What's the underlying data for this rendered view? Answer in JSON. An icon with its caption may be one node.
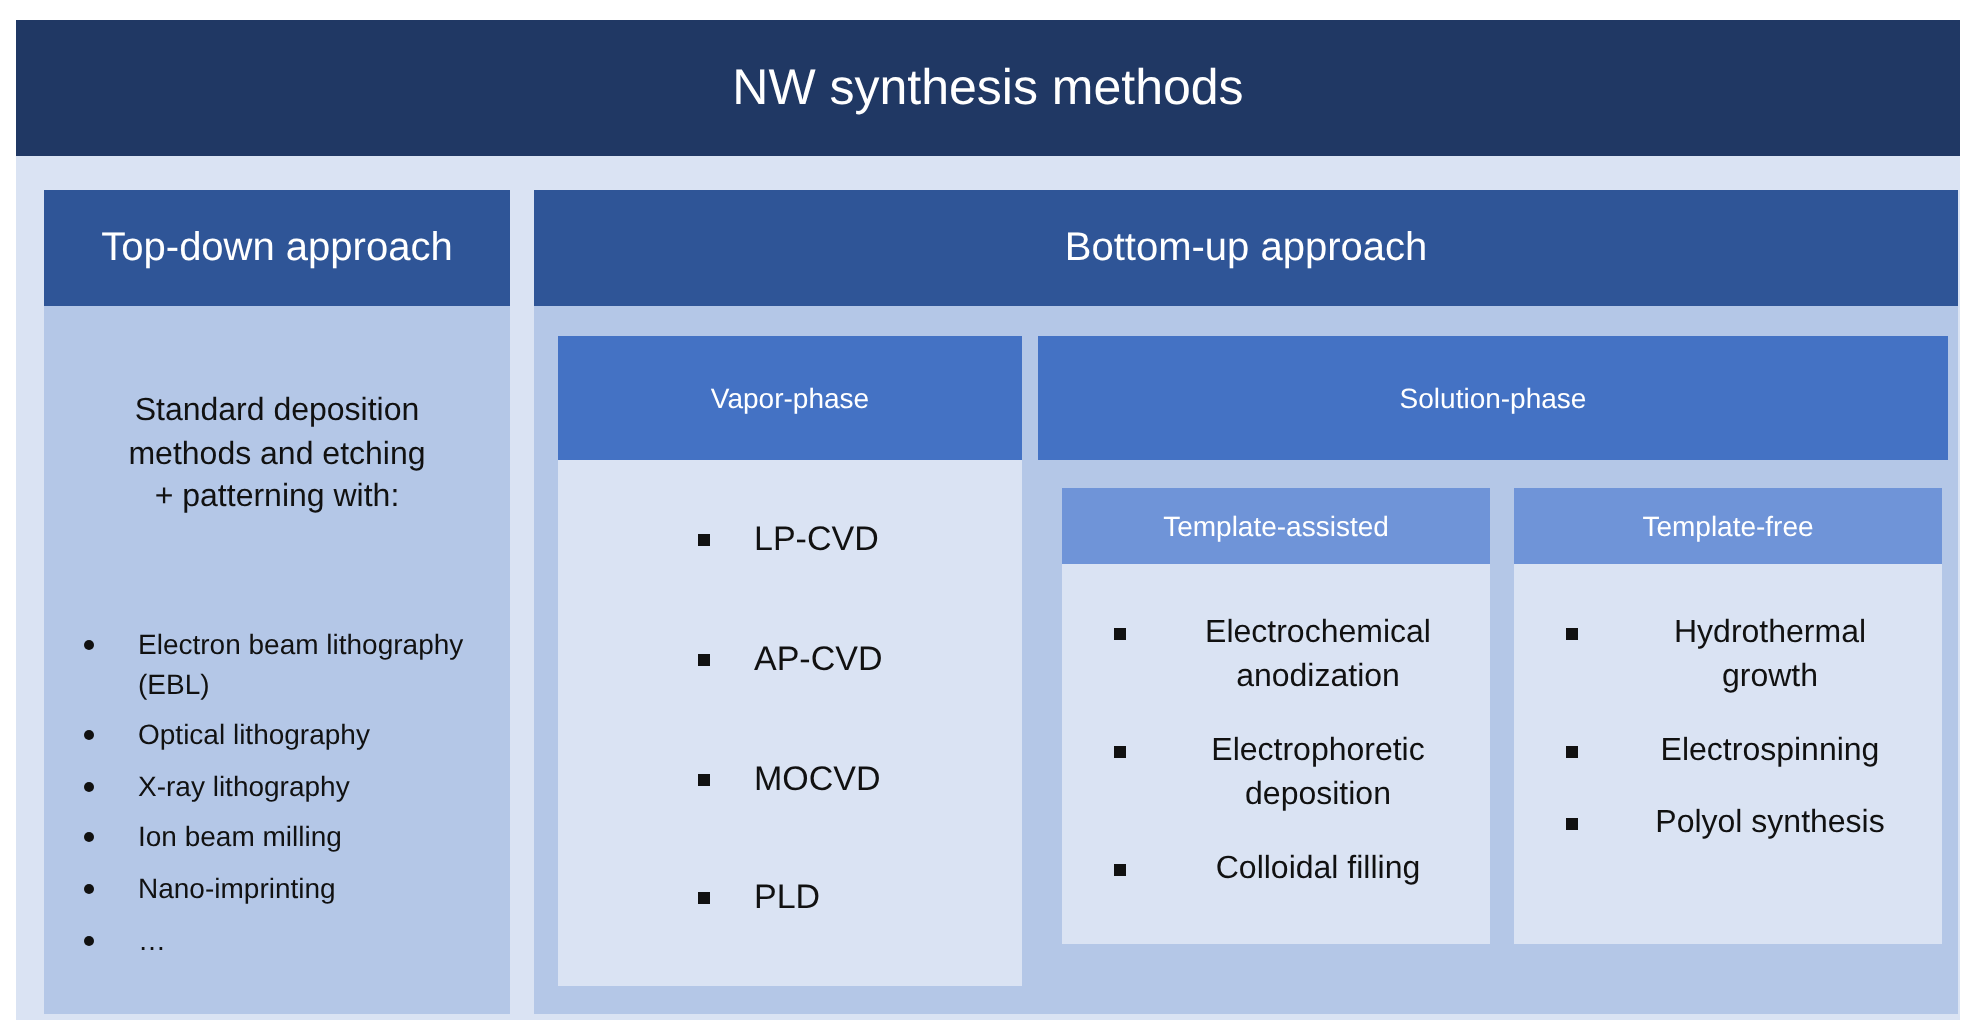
{
  "diagram": {
    "nodes": [
      {
        "text": [
          "NW synthesis methods"
        ]
      },
      {
        "text": [
          "Top-down approach",
          "Standard deposition methods and etching + patterning with:",
          "Electron beam lithography (EBL)",
          "Optical lithography",
          "X-ray lithography",
          "Ion beam milling",
          "Nano-imprinting",
          "…"
        ],
        "in": 0
      },
      {
        "text": [
          "Bottom-up approach"
        ],
        "in": 0
      },
      {
        "text": [
          "Vapor-phase",
          "LP-CVD",
          "AP-CVD",
          "MOCVD",
          "PLD"
        ],
        "in": 2
      },
      {
        "text": [
          "Solution-phase"
        ],
        "in": 2
      },
      {
        "text": [
          "Template-assisted",
          "Electrochemical anodization",
          "Electrophoretic deposition",
          "Colloidal filling"
        ],
        "in": 4
      },
      {
        "text": [
          "Template-free",
          "Hydrothermal growth",
          "Electrospinning",
          "Polyol synthesis"
        ],
        "in": 4
      }
    ]
  }
}
